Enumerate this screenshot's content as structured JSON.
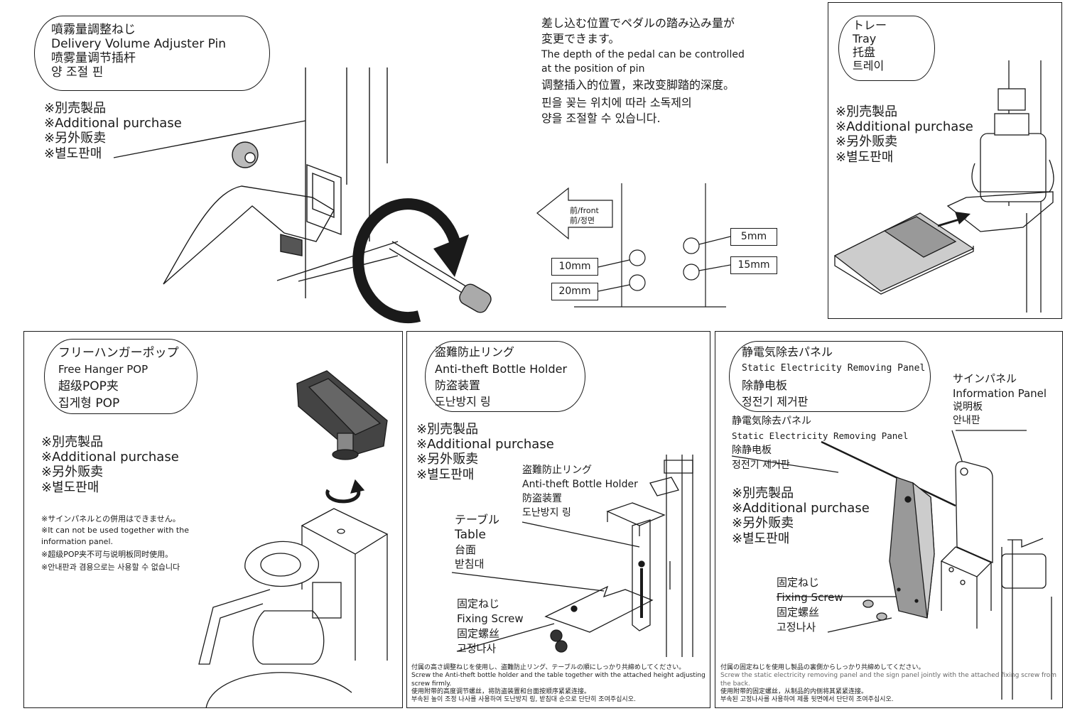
{
  "pedal_section": {
    "title_lines": [
      "噴霧量調整ねじ",
      "Delivery Volume Adjuster Pin",
      "喷雾量调节插杆",
      "양 조절 핀"
    ],
    "purchase_lines": [
      "※別売製品",
      "※Additional purchase",
      "※另外贩卖",
      "※별도판매"
    ]
  },
  "depth_section": {
    "description_lines": [
      "差し込む位置でペダルの踏み込み量が",
      "変更できます。",
      "The depth of the pedal can be controlled",
      "at the position of pin",
      "调整插入的位置，来改变脚踏的深度。",
      "핀을 꽂는 위치에 따라 소독제의",
      "양을 조절할 수 있습니다."
    ],
    "front_label_lines": [
      "前/front",
      "前/정면"
    ],
    "depth_labels": [
      "5mm",
      "10mm",
      "15mm",
      "20mm"
    ]
  },
  "tray_section": {
    "title_lines": [
      "トレー",
      "Tray",
      "托盘",
      "트레이"
    ],
    "purchase_lines": [
      "※別売製品",
      "※Additional purchase",
      "※另外贩卖",
      "※별도판매"
    ]
  },
  "hanger_section": {
    "title_lines": [
      "フリーハンガーポップ",
      "Free Hanger POP",
      "超级POP夹",
      "집게형 POP"
    ],
    "purchase_lines": [
      "※別売製品",
      "※Additional purchase",
      "※另外贩卖",
      "※별도판매"
    ],
    "note_lines": [
      "※サインパネルとの併用はできません。",
      "※It can not be used together with the",
      "information panel.",
      "※超级POP夹不可与说明板同时使用。",
      "※안내판과 겸용으로는 사용할 수 없습니다"
    ]
  },
  "antitheft_section": {
    "title_lines": [
      "盗難防止リング",
      "Anti-theft Bottle Holder",
      "防盗装置",
      "도난방지 링"
    ],
    "purchase_lines": [
      "※別売製品",
      "※Additional purchase",
      "※另外贩卖",
      "※별도판매"
    ],
    "holder_label_lines": [
      "盗難防止リング",
      "Anti-theft Bottle Holder",
      "防盗装置",
      "도난방지 링"
    ],
    "table_label_lines": [
      "テーブル",
      "Table",
      "台面",
      "받침대"
    ],
    "screw_label_lines": [
      "固定ねじ",
      "Fixing Screw",
      "固定螺丝",
      "고정나사"
    ],
    "footer_lines": [
      "付属の高さ調整ねじを使用し、盗難防止リング、テーブルの順にしっかり共締めしてください。",
      "Screw the Anti-theft bottle holder and the table together with the attached height adjusting screw firmly.",
      "使用附带的高度调节螺丝，将防盗装置和台面按顺序紧紧连接。",
      "부속된 높이 조정 나사를 사용하여 도난방지 링, 받침대 순으로 단단히 조여주십시오."
    ]
  },
  "static_section": {
    "title_lines": [
      "静電気除去パネル",
      "Static Electricity Removing Panel",
      "除静电板",
      "정전기 제거판"
    ],
    "panel_label_lines": [
      "静電気除去パネル",
      "Static Electricity Removing Panel",
      "除静电板",
      "정전기 제거판"
    ],
    "sign_label_lines": [
      "サインパネル",
      "Information Panel",
      "说明板",
      "안내판"
    ],
    "purchase_lines": [
      "※別売製品",
      "※Additional purchase",
      "※另外贩卖",
      "※별도판매"
    ],
    "screw_label_lines": [
      "固定ねじ",
      "Fixing Screw",
      "固定螺丝",
      "고정나사"
    ],
    "footer_lines": [
      "付属の固定ねじを使用し製品の裏側からしっかり共締めしてください。",
      "Screw the static electricity removing panel and the sign panel jointly with the attached fixing screw from the back.",
      "使用附带的固定螺丝，从制品的内侧将其紧紧连接。",
      "부속된 고정나사를 사용하여 제품 뒷면에서 단단히 조여주십시오."
    ]
  }
}
